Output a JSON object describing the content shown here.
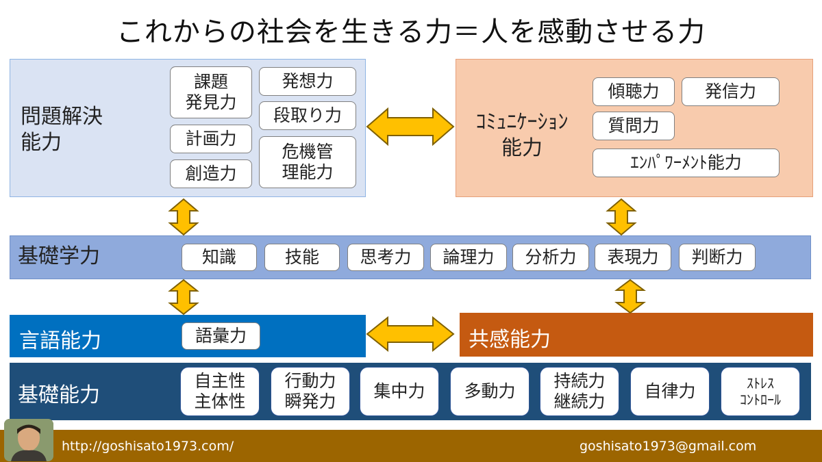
{
  "title": "これからの社会を生きる力＝人を感動させる力",
  "problem_solving": {
    "label": "問題解決\n能力",
    "items": [
      "課題\n発見力",
      "発想力",
      "計画力",
      "段取り力",
      "創造力",
      "危機管\n理能力"
    ]
  },
  "communication": {
    "label": "ｺﾐｭﾆｹｰｼｮﾝ\n能力",
    "items": [
      "傾聴力",
      "発信力",
      "質問力",
      "ｴﾝﾊﾟﾜｰﾒﾝﾄ能力"
    ]
  },
  "basic_academic": {
    "label": "基礎学力",
    "items": [
      "知識",
      "技能",
      "思考力",
      "論理力",
      "分析力",
      "表現力",
      "判断力"
    ]
  },
  "language": {
    "label": "言語能力",
    "items": [
      "語彙力"
    ]
  },
  "empathy": {
    "label": "共感能力"
  },
  "basic_ability": {
    "label": "基礎能力",
    "items": [
      "自主性\n主体性",
      "行動力\n瞬発力",
      "集中力",
      "多動力",
      "持続力\n継続力",
      "自律力",
      "ｽﾄﾚｽ\nｺﾝﾄﾛｰﾙ"
    ]
  },
  "footer": {
    "url": "http://goshisato1973.com/",
    "email": "goshisato1973@gmail.com"
  },
  "colors": {
    "arrow_fill": "#ffc000",
    "arrow_stroke": "#7f6000"
  }
}
